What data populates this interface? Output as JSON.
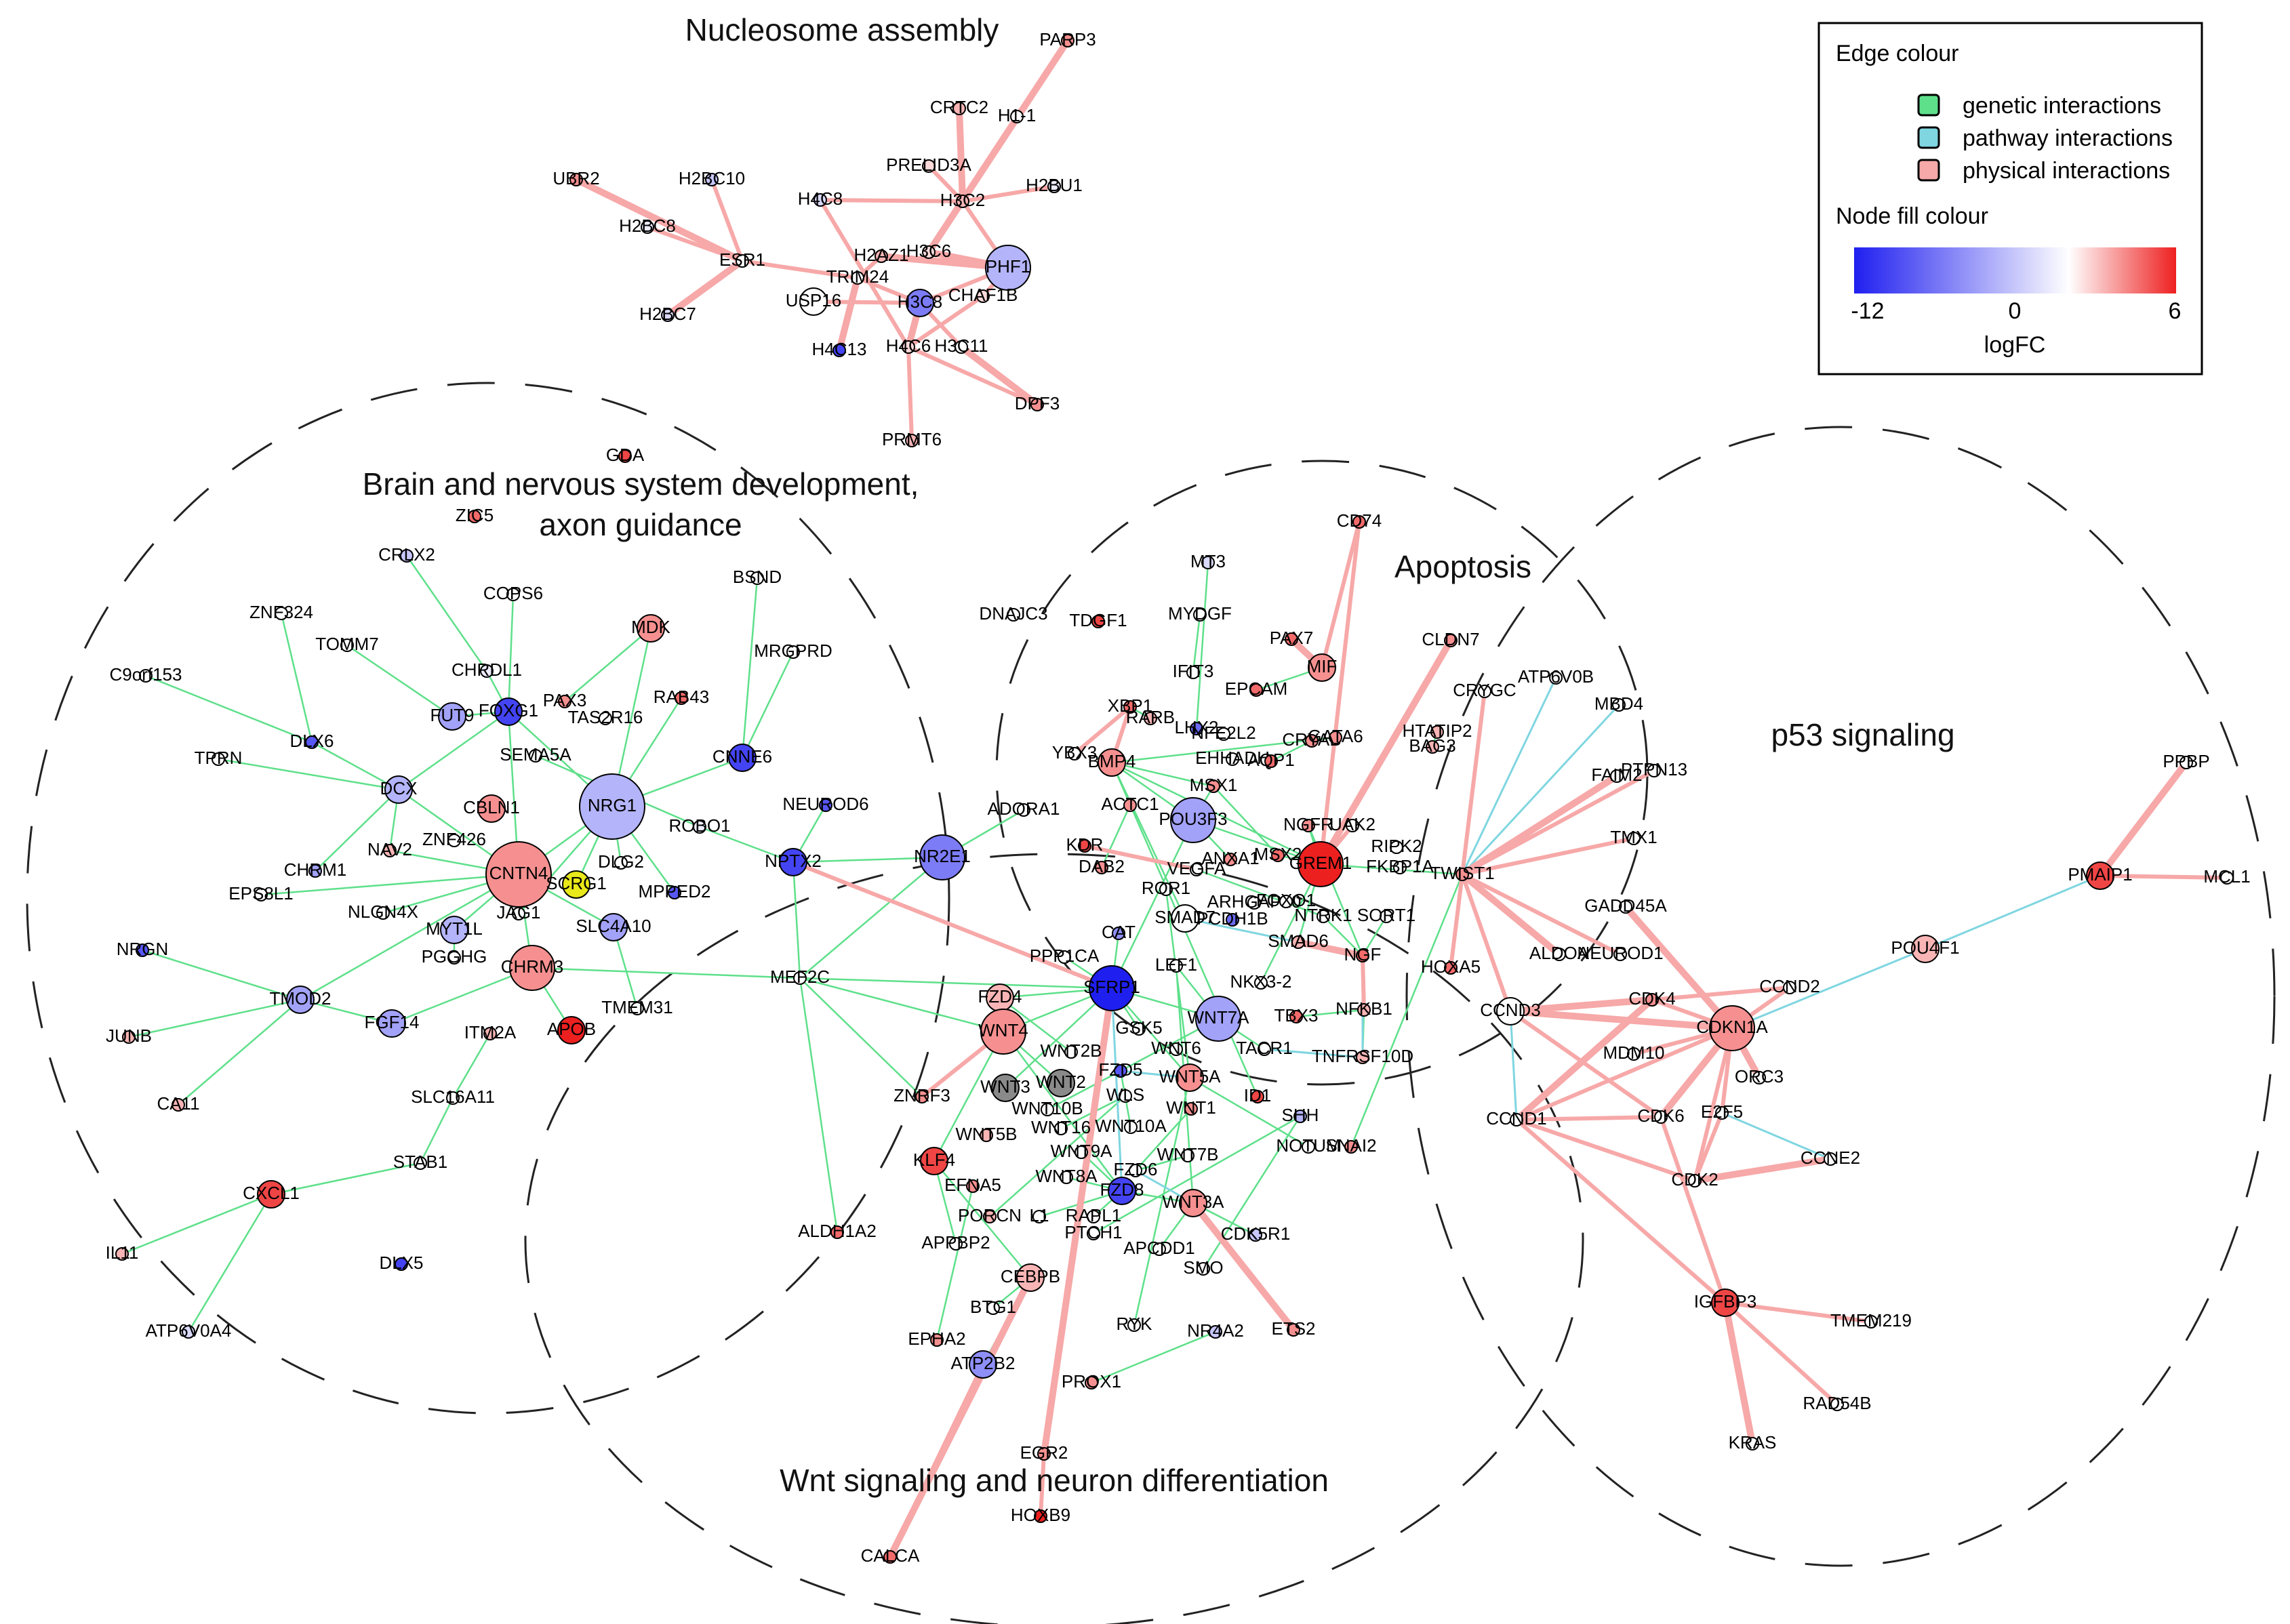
{
  "clusters": [
    {
      "id": "nuc",
      "title_lines": [
        "Nucleosome assembly"
      ]
    },
    {
      "id": "brain",
      "title_lines": [
        "Brain and nervous system development,",
        "axon guidance"
      ]
    },
    {
      "id": "apop",
      "title_lines": [
        "Apoptosis"
      ]
    },
    {
      "id": "p53",
      "title_lines": [
        "p53 signaling"
      ]
    },
    {
      "id": "wnt",
      "title_lines": [
        "Wnt signaling and neuron differentiation"
      ]
    }
  ],
  "legend": {
    "edge_title": "Edge colour",
    "edges": [
      {
        "label": "genetic interactions",
        "color": "#5ee08a"
      },
      {
        "label": "pathway interactions",
        "color": "#7fd6e0"
      },
      {
        "label": "physical interactions",
        "color": "#f7a8a8"
      }
    ],
    "node_title": "Node fill colour",
    "scale_min": "-12",
    "scale_mid": "0",
    "scale_max": "6",
    "scale_label": "logFC",
    "colors": {
      "low": "#1f1ff0",
      "mid": "#ffffff",
      "high": "#ee2020"
    }
  },
  "edge_colors": {
    "genetic": "#5ee08a",
    "pathway": "#7fd6e0",
    "physical": "#f7a8a8"
  },
  "nodes": [
    {
      "id": "PARP3",
      "fc": 3,
      "size": "s"
    },
    {
      "id": "CRTC2",
      "fc": 2,
      "size": "s"
    },
    {
      "id": "H1-1",
      "fc": 0,
      "size": "s"
    },
    {
      "id": "PRELID3A",
      "fc": 1,
      "size": "s"
    },
    {
      "id": "H2BU1",
      "fc": -1,
      "size": "s"
    },
    {
      "id": "UBR2",
      "fc": 3,
      "size": "s"
    },
    {
      "id": "H2BC10",
      "fc": -3,
      "size": "s"
    },
    {
      "id": "H4C8",
      "fc": -2,
      "size": "s"
    },
    {
      "id": "H3C2",
      "fc": 2,
      "size": "s"
    },
    {
      "id": "H2BC8",
      "fc": -1,
      "size": "s"
    },
    {
      "id": "H2AZ1",
      "fc": 2,
      "size": "s"
    },
    {
      "id": "H3C6",
      "fc": 1,
      "size": "s"
    },
    {
      "id": "PHF1",
      "fc": -4,
      "size": "l"
    },
    {
      "id": "ESR1",
      "fc": 0,
      "size": "s"
    },
    {
      "id": "TRIM24",
      "fc": 0,
      "size": "s"
    },
    {
      "id": "USP16",
      "fc": 0,
      "size": "m"
    },
    {
      "id": "H3C8",
      "fc": -7,
      "size": "m"
    },
    {
      "id": "CHAF1B",
      "fc": 1,
      "size": "s"
    },
    {
      "id": "H2BC7",
      "fc": -2,
      "size": "s"
    },
    {
      "id": "H4C13",
      "fc": -10,
      "size": "s"
    },
    {
      "id": "H4C6",
      "fc": 1,
      "size": "s"
    },
    {
      "id": "H3C11",
      "fc": 0,
      "size": "s"
    },
    {
      "id": "DPF3",
      "fc": 3,
      "size": "s"
    },
    {
      "id": "PRMT6",
      "fc": 2,
      "size": "s"
    },
    {
      "id": "GDA",
      "fc": 5,
      "size": "s"
    },
    {
      "id": "ZIC5",
      "fc": 4,
      "size": "s"
    },
    {
      "id": "CRLX2",
      "fc": -3,
      "size": "s"
    },
    {
      "id": "COPS6",
      "fc": 0,
      "size": "s"
    },
    {
      "id": "ZNF324",
      "fc": 0,
      "size": "s"
    },
    {
      "id": "TOMM7",
      "fc": 0,
      "size": "s"
    },
    {
      "id": "MDK",
      "fc": 3,
      "size": "m"
    },
    {
      "id": "C9orf153",
      "fc": 0,
      "size": "s"
    },
    {
      "id": "CHRDL1",
      "fc": -1,
      "size": "s"
    },
    {
      "id": "PAX3",
      "fc": 3,
      "size": "s"
    },
    {
      "id": "RAB43",
      "fc": 4,
      "size": "s"
    },
    {
      "id": "FUT9",
      "fc": -5,
      "size": "m"
    },
    {
      "id": "FOXG1",
      "fc": -10,
      "size": "m"
    },
    {
      "id": "TAS2R16",
      "fc": 0,
      "size": "s"
    },
    {
      "id": "DLX6",
      "fc": -9,
      "size": "s"
    },
    {
      "id": "SEMA5A",
      "fc": 0,
      "size": "s"
    },
    {
      "id": "CNNE6",
      "fc": -10,
      "size": "m"
    },
    {
      "id": "TPRN",
      "fc": 0,
      "size": "s"
    },
    {
      "id": "DCX",
      "fc": -4,
      "size": "m"
    },
    {
      "id": "NRG1",
      "fc": -4,
      "size": "xl"
    },
    {
      "id": "CBLN1",
      "fc": 3,
      "size": "m"
    },
    {
      "id": "NEUROD6",
      "fc": -9,
      "size": "s"
    },
    {
      "id": "NAV2",
      "fc": 2,
      "size": "s"
    },
    {
      "id": "ZNF426",
      "fc": 0,
      "size": "s"
    },
    {
      "id": "ROBO1",
      "fc": -1,
      "size": "s"
    },
    {
      "id": "CHRM1",
      "fc": -5,
      "size": "s"
    },
    {
      "id": "CNTN4",
      "fc": 3,
      "size": "xl"
    },
    {
      "id": "SCRG1",
      "fc": 99,
      "size": "m"
    },
    {
      "id": "DLG2",
      "fc": 0,
      "size": "s"
    },
    {
      "id": "NPTX2",
      "fc": -10,
      "size": "m"
    },
    {
      "id": "NR2E1",
      "fc": -7,
      "size": "l"
    },
    {
      "id": "MPPED2",
      "fc": -9,
      "size": "s"
    },
    {
      "id": "EPS8L1",
      "fc": 0,
      "size": "s"
    },
    {
      "id": "NLGN4X",
      "fc": 0,
      "size": "s"
    },
    {
      "id": "NRGN",
      "fc": -9,
      "size": "s"
    },
    {
      "id": "MYT1L",
      "fc": -4,
      "size": "m"
    },
    {
      "id": "JAG1",
      "fc": 0,
      "size": "s"
    },
    {
      "id": "SLC4A10",
      "fc": -5,
      "size": "m"
    },
    {
      "id": "PGGHG",
      "fc": 0,
      "size": "s"
    },
    {
      "id": "TMOD2",
      "fc": -5,
      "size": "m"
    },
    {
      "id": "CHRM3",
      "fc": 3,
      "size": "l"
    },
    {
      "id": "FGF14",
      "fc": -5,
      "size": "m"
    },
    {
      "id": "TMEM31",
      "fc": 0,
      "size": "s"
    },
    {
      "id": "MEF2C",
      "fc": 0,
      "size": "s"
    },
    {
      "id": "JUNB",
      "fc": 2,
      "size": "s"
    },
    {
      "id": "ITM2A",
      "fc": 2,
      "size": "s"
    },
    {
      "id": "APOB",
      "fc": 6,
      "size": "m"
    },
    {
      "id": "CA11",
      "fc": 2,
      "size": "s"
    },
    {
      "id": "SLC16A11",
      "fc": 0,
      "size": "s"
    },
    {
      "id": "STAB1",
      "fc": 0,
      "size": "s"
    },
    {
      "id": "CXCL1",
      "fc": 5,
      "size": "m"
    },
    {
      "id": "IL11",
      "fc": 2,
      "size": "s"
    },
    {
      "id": "DLX5",
      "fc": -10,
      "size": "s"
    },
    {
      "id": "ATP6V0A4",
      "fc": -2,
      "size": "s"
    },
    {
      "id": "BSND",
      "fc": 0,
      "size": "s"
    },
    {
      "id": "MRGPRD",
      "fc": 0,
      "size": "s"
    },
    {
      "id": "CD74",
      "fc": 4,
      "size": "s"
    },
    {
      "id": "MT3",
      "fc": -2,
      "size": "s"
    },
    {
      "id": "DNAJC3",
      "fc": 0,
      "size": "s"
    },
    {
      "id": "TDGF1",
      "fc": 5,
      "size": "s"
    },
    {
      "id": "MYDGF",
      "fc": 0,
      "size": "s"
    },
    {
      "id": "PAX7",
      "fc": 4,
      "size": "s"
    },
    {
      "id": "CLDN7",
      "fc": 3,
      "size": "s"
    },
    {
      "id": "IFIT3",
      "fc": 0,
      "size": "s"
    },
    {
      "id": "MIF",
      "fc": 3,
      "size": "m"
    },
    {
      "id": "EPCAM",
      "fc": 4,
      "size": "s"
    },
    {
      "id": "XBP1",
      "fc": 4,
      "size": "s"
    },
    {
      "id": "RARB",
      "fc": 2,
      "size": "s"
    },
    {
      "id": "LHX2",
      "fc": -8,
      "size": "s"
    },
    {
      "id": "NFE2L2",
      "fc": 0,
      "size": "s"
    },
    {
      "id": "CRYGC",
      "fc": 0,
      "size": "s"
    },
    {
      "id": "ATP6V0B",
      "fc": 0,
      "size": "s"
    },
    {
      "id": "MBD4",
      "fc": 0,
      "size": "s"
    },
    {
      "id": "HTATIP2",
      "fc": 2,
      "size": "s"
    },
    {
      "id": "BAG3",
      "fc": 2,
      "size": "s"
    },
    {
      "id": "YBX3",
      "fc": 0,
      "size": "s"
    },
    {
      "id": "BMP4",
      "fc": 3,
      "size": "m"
    },
    {
      "id": "EHHADH",
      "fc": 0,
      "size": "s"
    },
    {
      "id": "AQP1",
      "fc": 4,
      "size": "s"
    },
    {
      "id": "CRYAB",
      "fc": 3,
      "size": "s"
    },
    {
      "id": "GATA6",
      "fc": 3,
      "size": "s"
    },
    {
      "id": "ACTC1",
      "fc": 3,
      "size": "s"
    },
    {
      "id": "MSX1",
      "fc": 3,
      "size": "s"
    },
    {
      "id": "POU3F3",
      "fc": -5,
      "size": "l"
    },
    {
      "id": "NGFR",
      "fc": 3,
      "size": "s"
    },
    {
      "id": "UAK2",
      "fc": 0,
      "size": "s"
    },
    {
      "id": "ADORA1",
      "fc": 0,
      "size": "s"
    },
    {
      "id": "KDR",
      "fc": 5,
      "size": "s"
    },
    {
      "id": "ANXA1",
      "fc": 3,
      "size": "s"
    },
    {
      "id": "MSX2",
      "fc": 4,
      "size": "s"
    },
    {
      "id": "GREM1",
      "fc": 6,
      "size": "l"
    },
    {
      "id": "RIPK2",
      "fc": 0,
      "size": "s"
    },
    {
      "id": "FKBP1A",
      "fc": 0,
      "size": "s"
    },
    {
      "id": "TWIST1",
      "fc": 3,
      "size": "s"
    },
    {
      "id": "DAB2",
      "fc": 3,
      "size": "s"
    },
    {
      "id": "VEGFA",
      "fc": 0,
      "size": "s"
    },
    {
      "id": "ROR1",
      "fc": 0,
      "size": "s"
    },
    {
      "id": "ARHGAP10",
      "fc": 0,
      "size": "s"
    },
    {
      "id": "FOXO1",
      "fc": 0,
      "size": "s"
    },
    {
      "id": "SMAD7",
      "fc": 0,
      "size": "m"
    },
    {
      "id": "PCDH1B",
      "fc": -8,
      "size": "s"
    },
    {
      "id": "NTRK1",
      "fc": 0,
      "size": "s"
    },
    {
      "id": "SORT1",
      "fc": 0,
      "size": "s"
    },
    {
      "id": "SMAD6",
      "fc": 2,
      "size": "s"
    },
    {
      "id": "CAT",
      "fc": -6,
      "size": "s"
    },
    {
      "id": "PPP1CA",
      "fc": 0,
      "size": "s"
    },
    {
      "id": "HOXA5",
      "fc": 4,
      "size": "s"
    },
    {
      "id": "NGF",
      "fc": 4,
      "size": "s"
    },
    {
      "id": "LEF1",
      "fc": 0,
      "size": "s"
    },
    {
      "id": "SFRP1",
      "fc": -12,
      "size": "l"
    },
    {
      "id": "FZD4",
      "fc": 2,
      "size": "m"
    },
    {
      "id": "WNT7A",
      "fc": -5,
      "size": "l"
    },
    {
      "id": "NKX3-2",
      "fc": 0,
      "size": "s"
    },
    {
      "id": "NFKB1",
      "fc": 2,
      "size": "s"
    },
    {
      "id": "GSK5",
      "fc": 0,
      "size": "s"
    },
    {
      "id": "TBX3",
      "fc": 4,
      "size": "s"
    },
    {
      "id": "WNT4",
      "fc": 3,
      "size": "l"
    },
    {
      "id": "WNT6",
      "fc": 0,
      "size": "s"
    },
    {
      "id": "TACR1",
      "fc": 0,
      "size": "s"
    },
    {
      "id": "TNFRSF10D",
      "fc": 2,
      "size": "s"
    },
    {
      "id": "WNT2B",
      "fc": 0,
      "size": "s"
    },
    {
      "id": "WNT5A",
      "fc": 3,
      "size": "m"
    },
    {
      "id": "WNT3",
      "fc": 99,
      "size": "m"
    },
    {
      "id": "WNT2",
      "fc": 99,
      "size": "m"
    },
    {
      "id": "FZD5",
      "fc": -9,
      "size": "s"
    },
    {
      "id": "WLS",
      "fc": 0,
      "size": "s"
    },
    {
      "id": "ZNRF3",
      "fc": 3,
      "size": "s"
    },
    {
      "id": "WNT10B",
      "fc": 0,
      "size": "s"
    },
    {
      "id": "WNT1",
      "fc": 3,
      "size": "s"
    },
    {
      "id": "ID1",
      "fc": 5,
      "size": "s"
    },
    {
      "id": "SHH",
      "fc": -4,
      "size": "s"
    },
    {
      "id": "WNT16",
      "fc": 0,
      "size": "s"
    },
    {
      "id": "WNT10A",
      "fc": 0,
      "size": "s"
    },
    {
      "id": "WNT5B",
      "fc": 2,
      "size": "s"
    },
    {
      "id": "WNT9A",
      "fc": 0,
      "size": "s"
    },
    {
      "id": "NOTUM",
      "fc": 0,
      "size": "s"
    },
    {
      "id": "SNAI2",
      "fc": 3,
      "size": "s"
    },
    {
      "id": "KLF4",
      "fc": 5,
      "size": "m"
    },
    {
      "id": "WNT8A",
      "fc": 0,
      "size": "s"
    },
    {
      "id": "FZD6",
      "fc": 0,
      "size": "s"
    },
    {
      "id": "WNT7B",
      "fc": 0,
      "size": "s"
    },
    {
      "id": "EFNA5",
      "fc": 3,
      "size": "s"
    },
    {
      "id": "FZD8",
      "fc": -10,
      "size": "m"
    },
    {
      "id": "WNT3A",
      "fc": 3,
      "size": "m"
    },
    {
      "id": "PORCN",
      "fc": 2,
      "size": "s"
    },
    {
      "id": "L1",
      "fc": 0,
      "size": "s"
    },
    {
      "id": "RAPL1",
      "fc": 0,
      "size": "s"
    },
    {
      "id": "PTCH1",
      "fc": 0,
      "size": "s"
    },
    {
      "id": "ALDH1A2",
      "fc": 4,
      "size": "s"
    },
    {
      "id": "APPBP2",
      "fc": 0,
      "size": "s"
    },
    {
      "id": "APCDD1",
      "fc": 0,
      "size": "s"
    },
    {
      "id": "CDK5R1",
      "fc": -3,
      "size": "s"
    },
    {
      "id": "CEBPB",
      "fc": 2,
      "size": "m"
    },
    {
      "id": "SMO",
      "fc": 0,
      "size": "s"
    },
    {
      "id": "BTG1",
      "fc": 0,
      "size": "s"
    },
    {
      "id": "RYK",
      "fc": 0,
      "size": "s"
    },
    {
      "id": "NR4A2",
      "fc": -3,
      "size": "s"
    },
    {
      "id": "ETS2",
      "fc": 3,
      "size": "s"
    },
    {
      "id": "EPHA2",
      "fc": 3,
      "size": "s"
    },
    {
      "id": "ATP2B2",
      "fc": -6,
      "size": "m"
    },
    {
      "id": "PROX1",
      "fc": 3,
      "size": "s"
    },
    {
      "id": "EGR2",
      "fc": 3,
      "size": "s"
    },
    {
      "id": "HOXB9",
      "fc": 6,
      "size": "s"
    },
    {
      "id": "CALCA",
      "fc": 4,
      "size": "s"
    },
    {
      "id": "FAIM2",
      "fc": 0,
      "size": "s"
    },
    {
      "id": "PTPN13",
      "fc": 0,
      "size": "s"
    },
    {
      "id": "TMX1",
      "fc": 0,
      "size": "s"
    },
    {
      "id": "GADD45A",
      "fc": 0,
      "size": "s"
    },
    {
      "id": "ALDOA",
      "fc": 0,
      "size": "s"
    },
    {
      "id": "NEUROD1",
      "fc": 0,
      "size": "s"
    },
    {
      "id": "CCND3",
      "fc": 0,
      "size": "m"
    },
    {
      "id": "CDK4",
      "fc": 3,
      "size": "s"
    },
    {
      "id": "CCND2",
      "fc": 0,
      "size": "s"
    },
    {
      "id": "POU4F1",
      "fc": 2,
      "size": "m"
    },
    {
      "id": "PMAIP1",
      "fc": 5,
      "size": "m"
    },
    {
      "id": "MCL1",
      "fc": 0,
      "size": "s"
    },
    {
      "id": "PPBP",
      "fc": 0,
      "size": "s"
    },
    {
      "id": "CDKN1A",
      "fc": 3,
      "size": "l"
    },
    {
      "id": "MDM10",
      "fc": 0,
      "size": "s"
    },
    {
      "id": "ORC3",
      "fc": 0,
      "size": "s"
    },
    {
      "id": "CCND1",
      "fc": 0,
      "size": "s"
    },
    {
      "id": "CDK6",
      "fc": 0,
      "size": "s"
    },
    {
      "id": "E2F5",
      "fc": 0,
      "size": "s"
    },
    {
      "id": "CDK2",
      "fc": 0,
      "size": "s"
    },
    {
      "id": "CCNE2",
      "fc": 0,
      "size": "s"
    },
    {
      "id": "IGFBP3",
      "fc": 5,
      "size": "m"
    },
    {
      "id": "TMEM219",
      "fc": 0,
      "size": "s"
    },
    {
      "id": "RAD54B",
      "fc": 0,
      "size": "s"
    },
    {
      "id": "KRAS",
      "fc": 0,
      "size": "s"
    }
  ]
}
